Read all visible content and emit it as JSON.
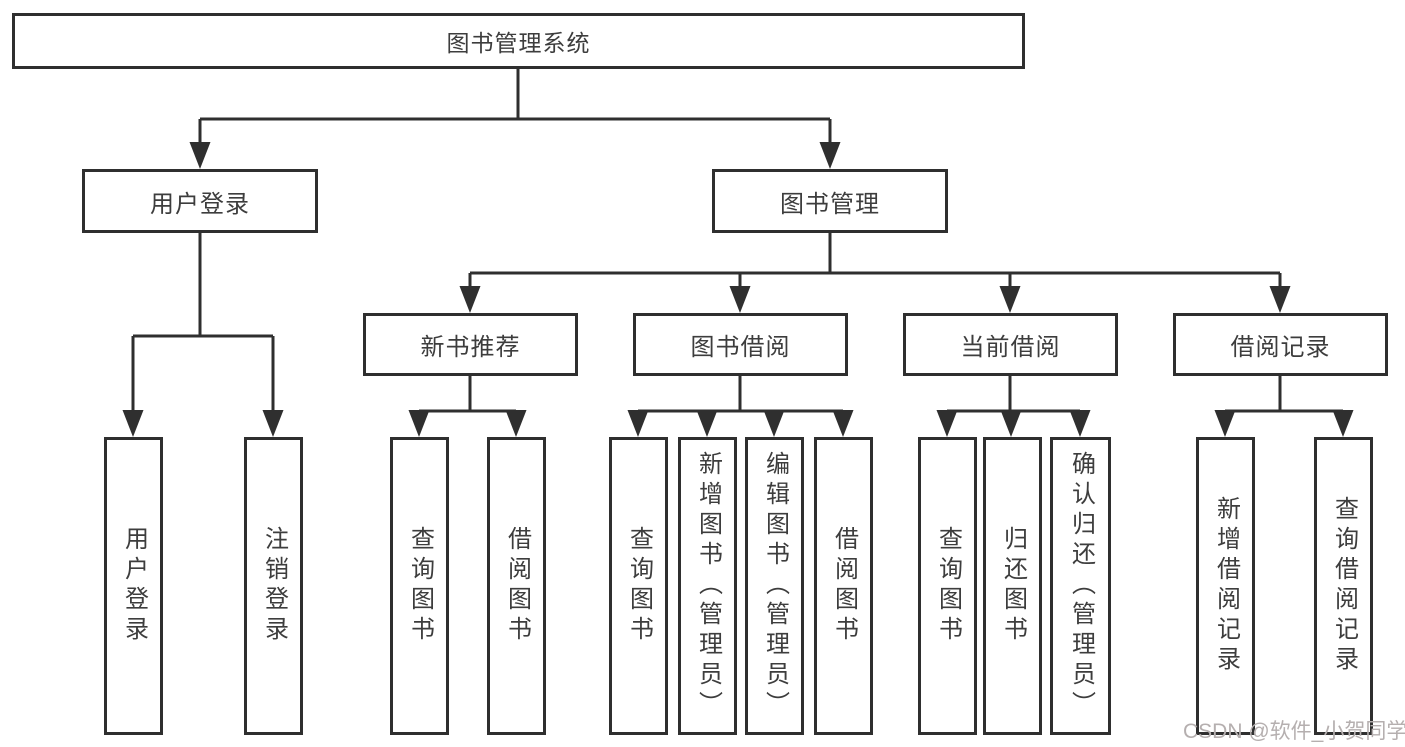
{
  "diagram": {
    "root": {
      "label": "图书管理系统"
    },
    "branches": [
      {
        "label": "用户登录",
        "children": [
          {
            "label": "用户登录"
          },
          {
            "label": "注销登录"
          }
        ]
      },
      {
        "label": "图书管理",
        "children": [
          {
            "label": "新书推荐",
            "children": [
              {
                "label": "查询图书"
              },
              {
                "label": "借阅图书"
              }
            ]
          },
          {
            "label": "图书借阅",
            "children": [
              {
                "label": "查询图书"
              },
              {
                "label": "新增图书（管理员）"
              },
              {
                "label": "编辑图书（管理员）"
              },
              {
                "label": "借阅图书"
              }
            ]
          },
          {
            "label": "当前借阅",
            "children": [
              {
                "label": "查询图书"
              },
              {
                "label": "归还图书"
              },
              {
                "label": "确认归还（管理员）"
              }
            ]
          },
          {
            "label": "借阅记录",
            "children": [
              {
                "label": "新增借阅记录"
              },
              {
                "label": "查询借阅记录"
              }
            ]
          }
        ]
      }
    ]
  },
  "watermark": {
    "text": "CSDN @软件_小贺同学"
  },
  "colors": {
    "line": "#2f2f2f",
    "text": "#3d3d3d",
    "background": "#ffffff",
    "watermark": "#b5afaf"
  }
}
